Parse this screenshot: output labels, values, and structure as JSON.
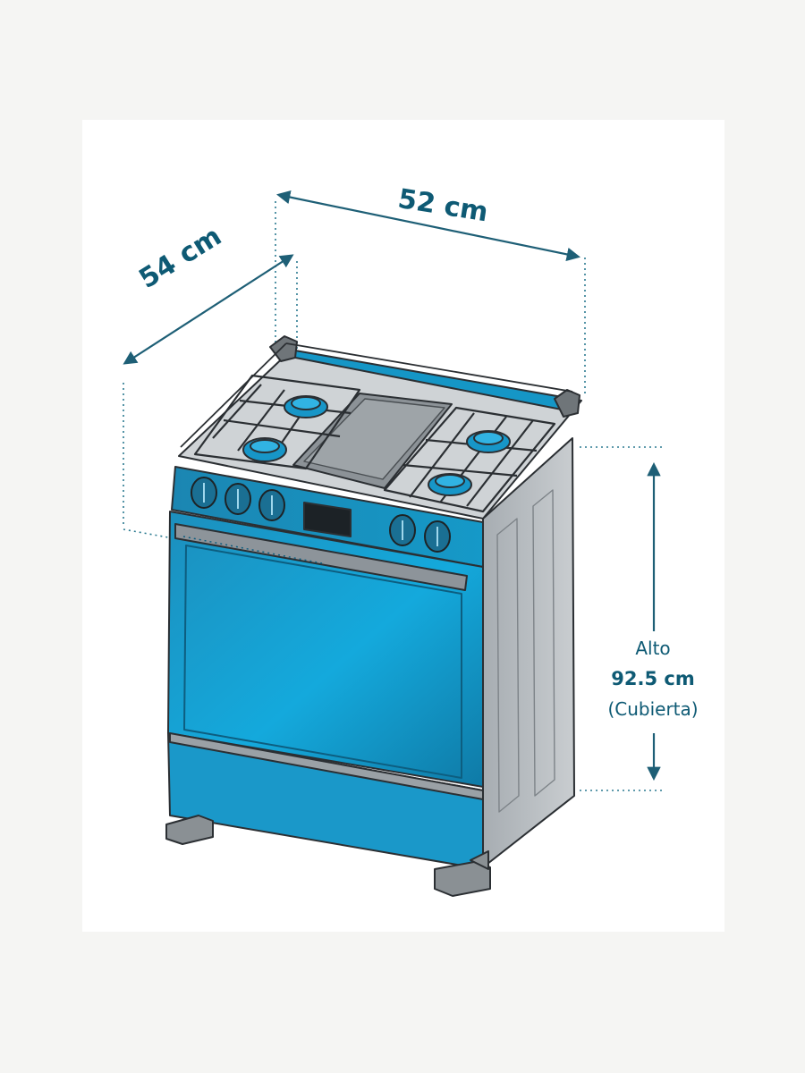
{
  "dimensions": {
    "width_label": "52 cm",
    "depth_label": "54 cm",
    "height": {
      "caption": "Alto",
      "value": "92.5 cm",
      "note": "(Cubierta)"
    }
  },
  "colors": {
    "accent": "#1aa3d4",
    "accent_dark": "#0c6f96",
    "dimension_line": "#1e5f76",
    "steel": "#b9bec2",
    "background": "#f5f5f3",
    "card": "#ffffff"
  },
  "icons": [
    "stove-illustration",
    "dimension-arrow-width",
    "dimension-arrow-depth",
    "dimension-arrow-height"
  ]
}
